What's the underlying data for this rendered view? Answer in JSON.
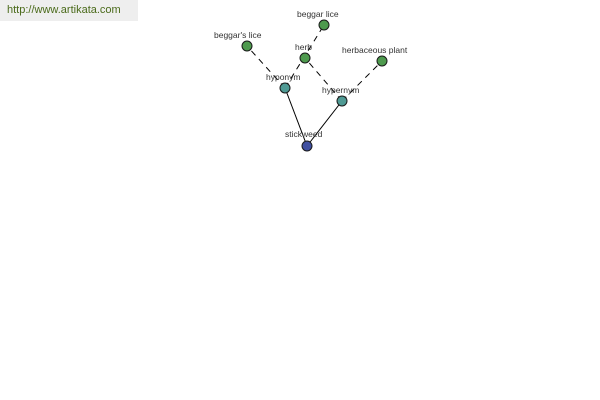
{
  "header": {
    "url": "http://www.artikata.com"
  },
  "colors": {
    "root": "#3f4fa0",
    "relation": "#4f9a94",
    "term": "#4e9a4e",
    "banner_text": "#4a6a1a"
  },
  "graph": {
    "nodes": [
      {
        "id": "stickweed",
        "label": "stickweed",
        "kind": "root"
      },
      {
        "id": "hyponym",
        "label": "hyponym",
        "kind": "relation"
      },
      {
        "id": "hypernym",
        "label": "hypernym",
        "kind": "relation"
      },
      {
        "id": "beggars-lice",
        "label": "beggar's lice",
        "kind": "term"
      },
      {
        "id": "beggar-lice",
        "label": "beggar lice",
        "kind": "term"
      },
      {
        "id": "herb",
        "label": "herb",
        "kind": "term"
      },
      {
        "id": "herbaceous-plant",
        "label": "herbaceous plant",
        "kind": "term"
      }
    ],
    "edges": [
      {
        "from": "stickweed",
        "to": "hyponym",
        "style": "solid"
      },
      {
        "from": "stickweed",
        "to": "hypernym",
        "style": "solid"
      },
      {
        "from": "hyponym",
        "to": "beggars-lice",
        "style": "dashed"
      },
      {
        "from": "hyponym",
        "to": "beggar-lice",
        "style": "dashed"
      },
      {
        "from": "hypernym",
        "to": "herb",
        "style": "dashed"
      },
      {
        "from": "hypernym",
        "to": "herbaceous-plant",
        "style": "dashed"
      }
    ]
  }
}
